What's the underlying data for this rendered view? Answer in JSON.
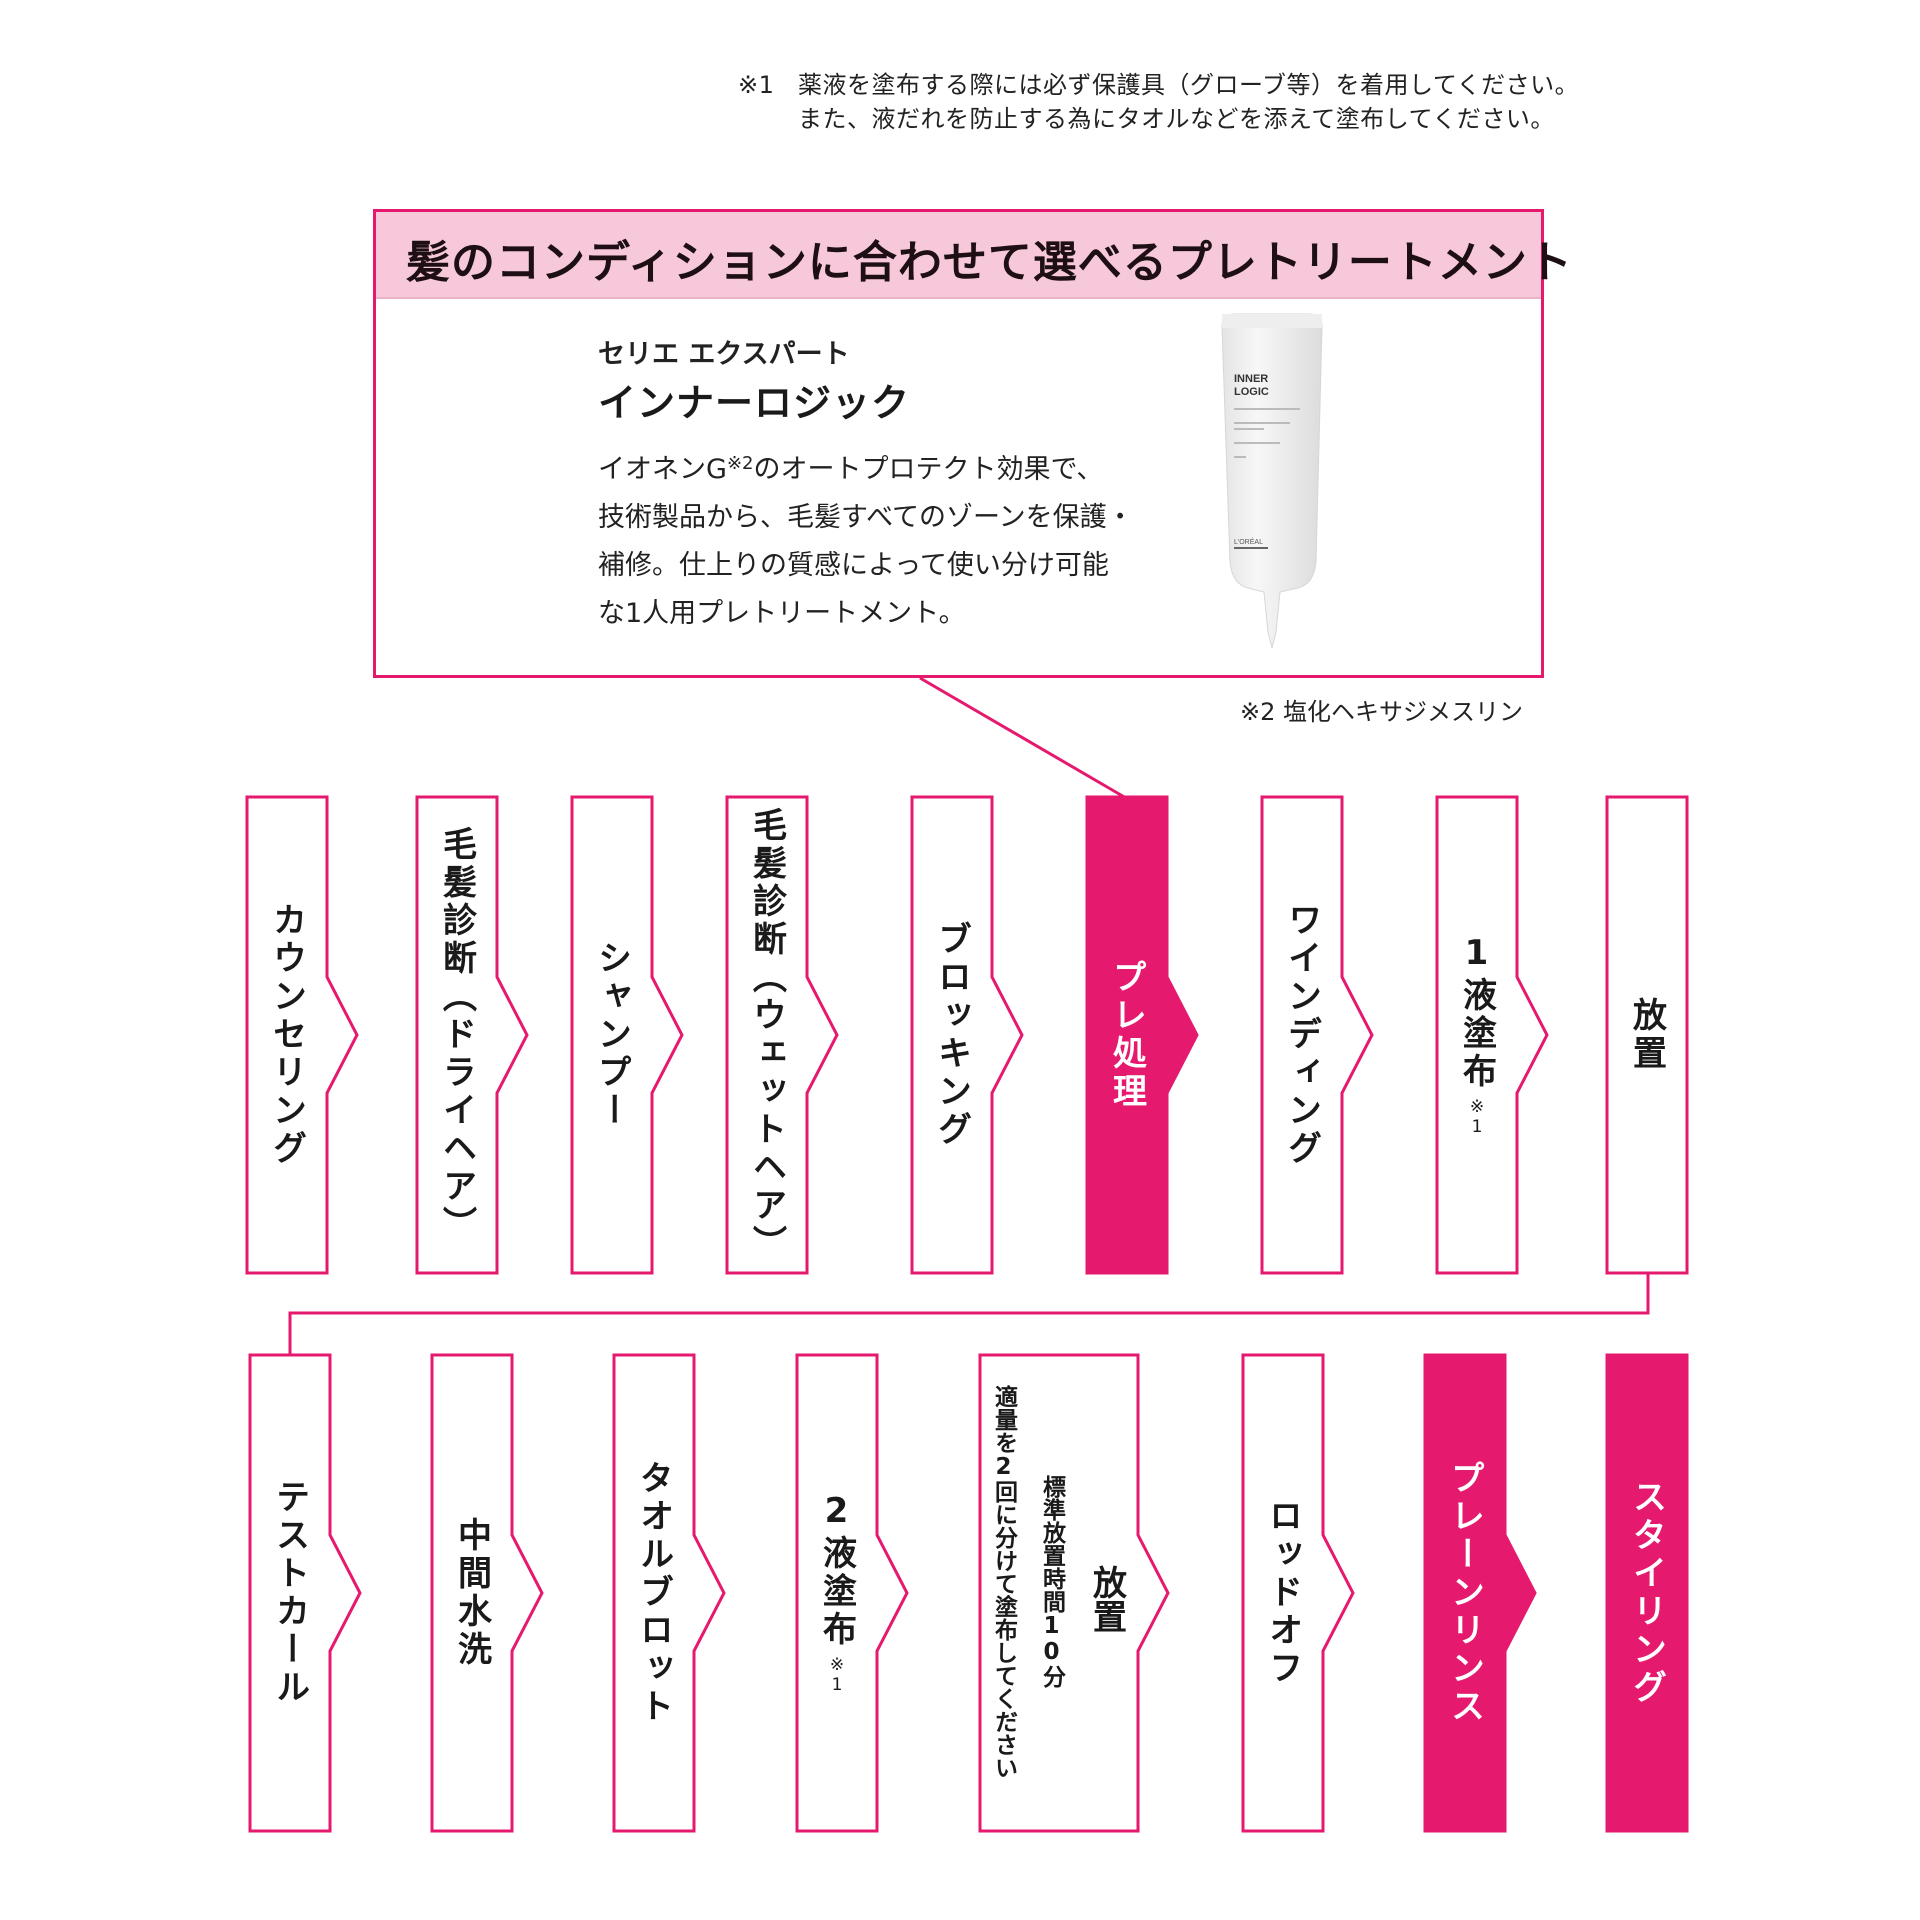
{
  "notes": {
    "note1_mark": "※1",
    "note1_line1": "薬液を塗布する際には必ず保護具（グローブ等）を着用してください。",
    "note1_line2": "また、液だれを防止する為にタオルなどを添えて塗布してください。",
    "note2": "※2 塩化ヘキサジメスリン"
  },
  "callout": {
    "title": "髪のコンディションに合わせて選べるプレトリートメント",
    "brand": "セリエ エクスパート",
    "product_name": "インナーロジック",
    "description": {
      "line1_pre": "イオネンG",
      "line1_sup": "※2",
      "line1_post": "のオートプロテクト効果で、",
      "line2": "技術製品から、毛髪すべてのゾーンを保護・",
      "line3": "補修。仕上りの質感によって使い分け可能",
      "line4": "な1人用プレトリートメント。"
    },
    "tube": {
      "name_line1": "INNER",
      "name_line2": "LOGIC",
      "brand_mark": "L'ORÉAL"
    }
  },
  "colors": {
    "accent": "#e5196e",
    "accent_light": "#f6c8da",
    "text": "#1a1a1a"
  },
  "flow": {
    "row1": [
      {
        "label": "カウンセリング",
        "filled": false
      },
      {
        "label": "毛髪診断（ドライヘア）",
        "filled": false
      },
      {
        "label": "シャンプー",
        "filled": false
      },
      {
        "label": "毛髪診断（ウェットヘア）",
        "filled": false
      },
      {
        "label": "ブロッキング",
        "filled": false
      },
      {
        "label": "プレ処理",
        "filled": true
      },
      {
        "label": "ワインディング",
        "filled": false
      },
      {
        "label": "1液塗布",
        "note": "※1",
        "filled": false
      },
      {
        "label": "放置",
        "filled": false
      }
    ],
    "row2": [
      {
        "label": "テストカール",
        "filled": false
      },
      {
        "label": "中間水洗",
        "filled": false
      },
      {
        "label": "タオルブロット",
        "filled": false
      },
      {
        "label": "2液塗布",
        "note": "※1",
        "filled": false
      },
      {
        "label": "放置",
        "sub_standard": "標準放置時間10分",
        "sub_hint": "適量を2回に分けて塗布してください",
        "filled": false
      },
      {
        "label": "ロッドオフ",
        "filled": false
      },
      {
        "label": "プレーンリンス",
        "filled": true
      },
      {
        "label": "スタイリング",
        "filled": true
      }
    ]
  }
}
